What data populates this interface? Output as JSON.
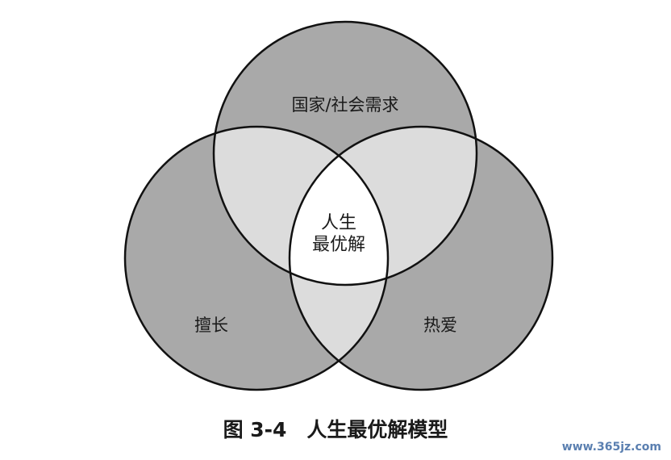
{
  "diagram": {
    "circles": {
      "top": {
        "label": "国家/社会需求"
      },
      "left": {
        "label": "擅长"
      },
      "right": {
        "label": "热爱"
      }
    },
    "center": {
      "line1": "人生",
      "line2": "最优解"
    }
  },
  "colors": {
    "circle_fill": "#a9a9a9",
    "pair_overlap_fill": "#dcdcdc",
    "center_fill": "#ffffff",
    "outline": "#111111"
  },
  "caption": "图 3-4　人生最优解模型",
  "watermark": "www.365jz.com"
}
